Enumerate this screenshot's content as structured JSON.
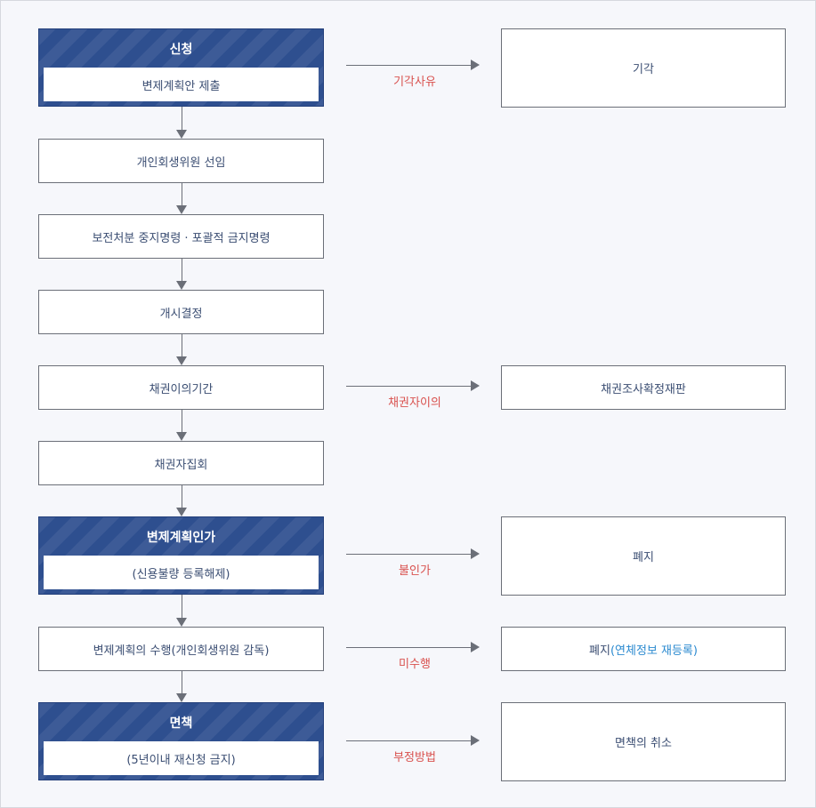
{
  "left_flow": {
    "apply": {
      "title": "신청",
      "sub": "변제계획안 제출"
    },
    "committee": "개인회생위원 선임",
    "preservation": "보전처분 중지명령 · 포괄적 금지명령",
    "commencement": "개시결정",
    "objection_period": "채권이의기간",
    "creditor_meeting": "채권자집회",
    "approval": {
      "title": "변제계획인가",
      "sub": "(신용불량 등록해제)"
    },
    "performance": "변제계획의 수행(개인회생위원 감독)",
    "discharge": {
      "title": "면책",
      "sub": "(5년이내 재신청 금지)"
    }
  },
  "right_flow": {
    "dismissal": {
      "box": "기각",
      "label": "기각사유"
    },
    "claim_trial": {
      "box": "채권조사확정재판",
      "label": "채권자이의"
    },
    "abolition": {
      "box": "폐지",
      "label": "불인가"
    },
    "abolition_reregister": {
      "box_main": "폐지",
      "box_paren": "(연체정보 재등록)",
      "label": "미수행"
    },
    "discharge_cancel": {
      "box": "면책의 취소",
      "label": "부정방법"
    }
  },
  "colors": {
    "header_fill": "#2e4f8f",
    "label_red": "#d9514e",
    "paren_blue": "#2b8ad0",
    "text_navy": "#3a4d72"
  }
}
